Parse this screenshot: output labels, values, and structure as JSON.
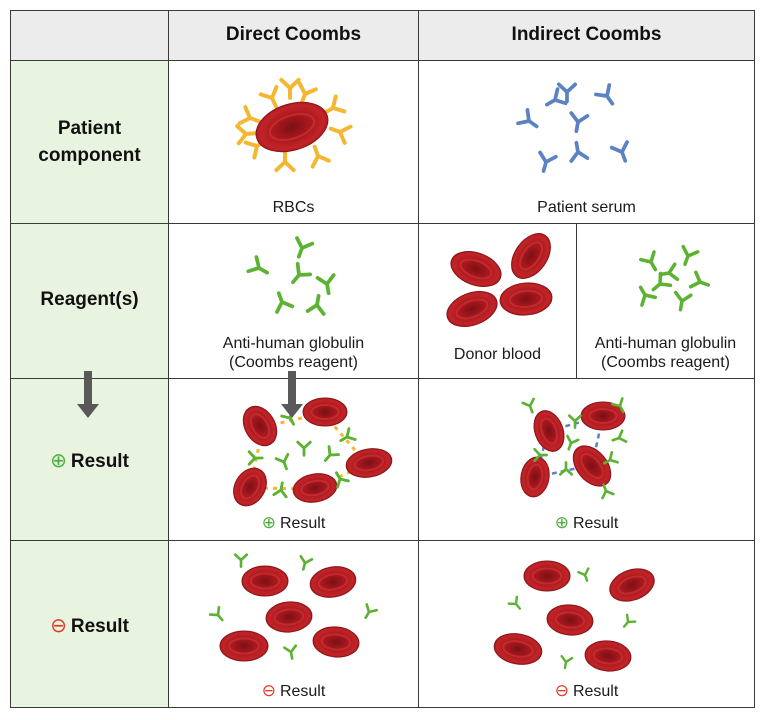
{
  "header": {
    "direct": "Direct Coombs",
    "indirect": "Indirect Coombs"
  },
  "rows": {
    "patient_component": "Patient component",
    "reagents": "Reagent(s)",
    "positive_result": "Result",
    "negative_result": "Result"
  },
  "signs": {
    "positive": "⊕",
    "negative": "⊖"
  },
  "captions": {
    "rbcs": "RBCs",
    "patient_serum": "Patient serum",
    "ahg_line1": "Anti-human globulin",
    "ahg_line2": "(Coombs reagent)",
    "donor_blood": "Donor blood",
    "ahg2_line1": "Anti-human globulin",
    "ahg2_line2": "(Coombs reagent)",
    "pos_result": "Result",
    "pos_result2": "Result",
    "neg_result": "Result",
    "neg_result2": "Result"
  },
  "colors": {
    "header_bg": "#ececec",
    "row_header_bg": "#e8f4e0",
    "border": "#3a3a3a",
    "rbc": "#b51f24",
    "rbc_dark": "#8a1418",
    "patient_antibody": "#f5b731",
    "serum_antibody": "#5d82c2",
    "coombs_antibody": "#5cb233",
    "arrow": "#595959",
    "positive_sign": "#4caf3a",
    "negative_sign": "#e03a2a"
  }
}
